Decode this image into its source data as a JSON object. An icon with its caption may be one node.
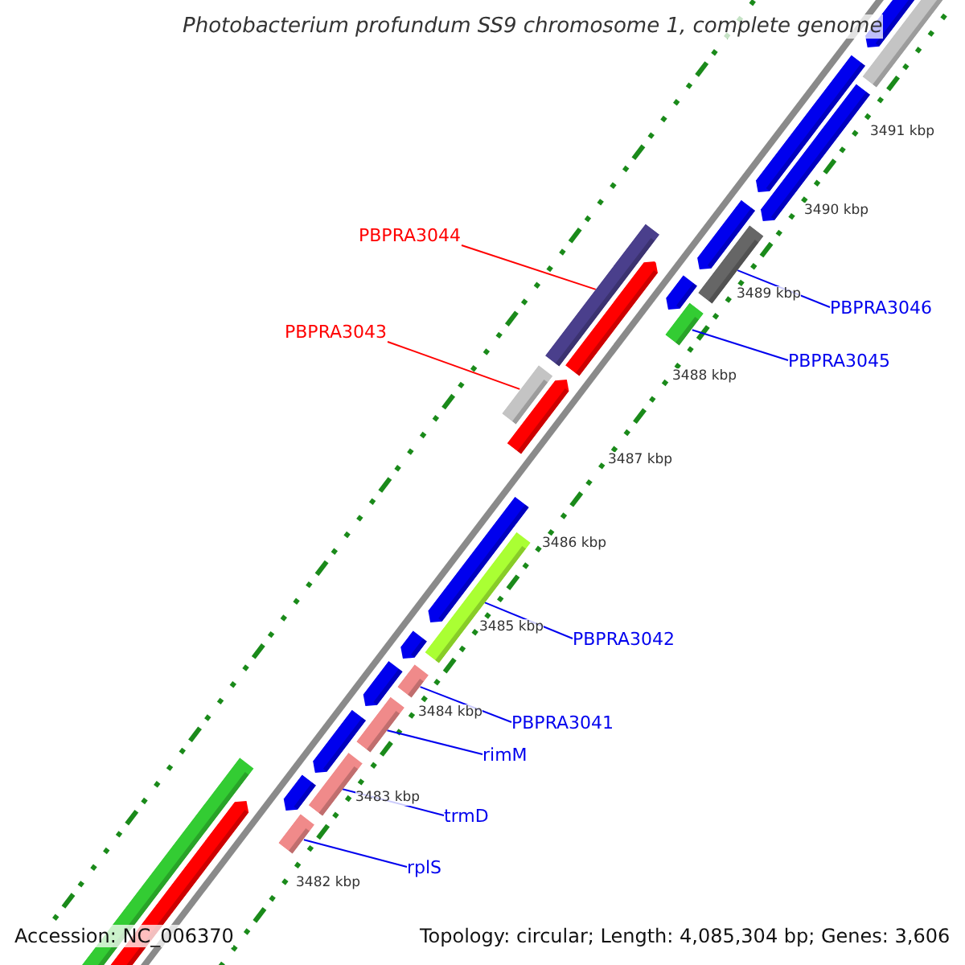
{
  "diagram": {
    "title": "Photobacterium profundum SS9 chromosome 1, complete genome",
    "nodes": [
      {
        "text": [
          "PBPRA3044"
        ]
      },
      {
        "text": [
          "PBPRA3046"
        ]
      },
      {
        "text": [
          "PBPRA3043"
        ]
      },
      {
        "text": [
          "PBPRA3045"
        ]
      },
      {
        "text": [
          "PBPRA3042"
        ]
      },
      {
        "text": [
          "PBPRA3041"
        ]
      },
      {
        "text": [
          "rimM"
        ]
      },
      {
        "text": [
          "trmD"
        ]
      },
      {
        "text": [
          "rplS"
        ]
      },
      {
        "text": [],
        "shape": "bar"
      },
      {
        "text": [],
        "shape": "bar"
      },
      {
        "text": [],
        "shape": "bar"
      },
      {
        "text": [],
        "shape": "bar"
      },
      {
        "text": [],
        "shape": "bar"
      },
      {
        "text": [],
        "shape": "bar"
      },
      {
        "text": [],
        "shape": "bar"
      },
      {
        "text": [],
        "shape": "bar"
      },
      {
        "text": [],
        "shape": "bar"
      }
    ],
    "edges": [
      {
        "from": 0,
        "to": 10,
        "arrow": "none",
        "color": "#ff0000"
      },
      {
        "from": 1,
        "to": 9,
        "arrow": "none"
      },
      {
        "from": 2,
        "to": 12,
        "arrow": "none",
        "color": "#ff0000"
      },
      {
        "from": 3,
        "to": 11,
        "arrow": "none"
      },
      {
        "from": 4,
        "to": 13,
        "arrow": "none"
      },
      {
        "from": 5,
        "to": 14,
        "arrow": "none"
      },
      {
        "from": 6,
        "to": 15,
        "arrow": "none"
      },
      {
        "from": 7,
        "to": 16,
        "arrow": "none"
      },
      {
        "from": 8,
        "to": 17,
        "arrow": "none"
      }
    ],
    "labels": [
      "3491 kbp",
      "3490 kbp",
      "3489 kbp",
      "3488 kbp",
      "3487 kbp",
      "3486 kbp",
      "3485 kbp",
      "3484 kbp",
      "3483 kbp",
      "3482 kbp",
      "Accession: NC_006370",
      "Topology: circular; Length: 4,085,304 bp; Genes: 3,606"
    ]
  }
}
